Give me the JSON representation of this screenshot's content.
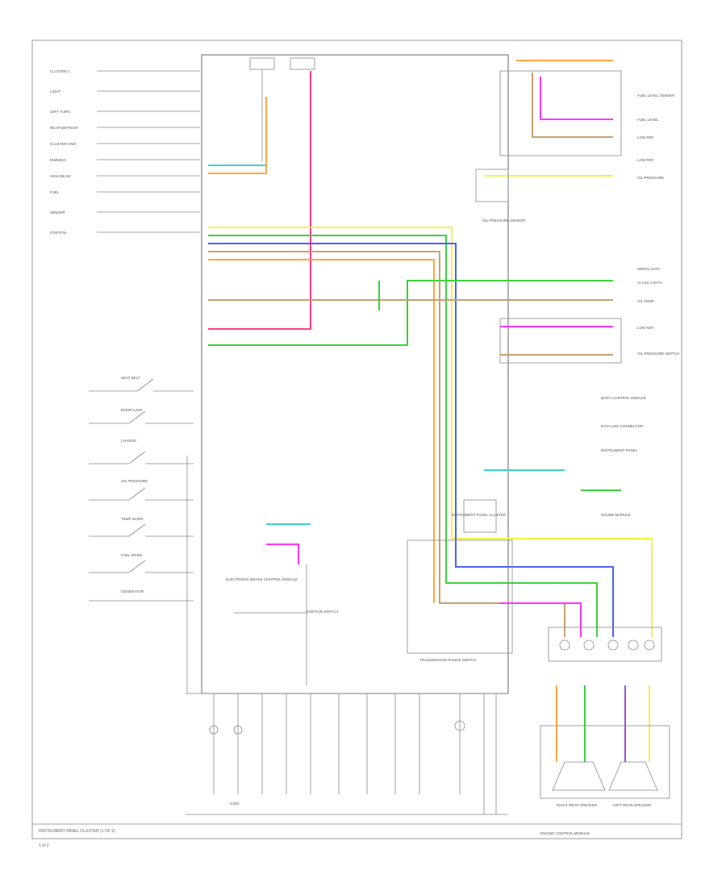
{
  "diagram": {
    "caption": "INSTRUMENT PANEL CLUSTER (1 OF 2)",
    "page_number": "1 of 2",
    "ground_label": "G200",
    "left_items": [
      "CLUSTER 1",
      "LIGHT",
      "LEFT TURN",
      "REAR DEFROST",
      "CLUSTER GND",
      "DIMMING",
      "HIGH BEAM",
      "FUEL",
      "SENDER",
      "IGNITION"
    ],
    "switch_labels": [
      "SEAT BELT",
      "DOOR AJAR",
      "CHARGE",
      "OIL PRESSURE",
      "TEMP WARN",
      "FUEL WARN",
      "GENERATOR"
    ],
    "top_right_labels": [
      "FUEL LEVEL SENDER",
      "FUEL LEVEL",
      "LOW REF",
      "LOW REF",
      "OIL PRESSURE",
      "OIL PRESSURE SENSOR",
      "SERIAL DATA",
      "CLASS 2 DATA",
      "OIL TEMP",
      "LOW REF",
      "OIL PRESSURE SWITCH"
    ],
    "right_module_labels": [
      "BODY CONTROL MODULE",
      "DATA LINK CONNECTOR",
      "INSTRUMENT PANEL",
      "SOUND MODULE"
    ],
    "bottom_right_labels": [
      "RIGHT REAR SPEAKER",
      "LEFT REAR SPEAKER",
      "ENGINE CONTROL MODULE"
    ],
    "mid_labels": [
      "ELECTRONIC BRAKE CONTROL MODULE",
      "IGNITION SWITCH",
      "TRANSMISSION RANGE SWITCH",
      "INSTRUMENT PANEL CLUSTER"
    ],
    "colors": {
      "pink": "#ff3a8c",
      "magenta": "#ff33ff",
      "orange": "#ffa640",
      "yellow": "#f2f24a",
      "blue": "#4a60ff",
      "green": "#3ad23a",
      "cyan": "#3ad2d2",
      "tan": "#c8a070",
      "purple": "#9a50d8",
      "grey": "#a8a8a8",
      "black": "#555555"
    }
  }
}
